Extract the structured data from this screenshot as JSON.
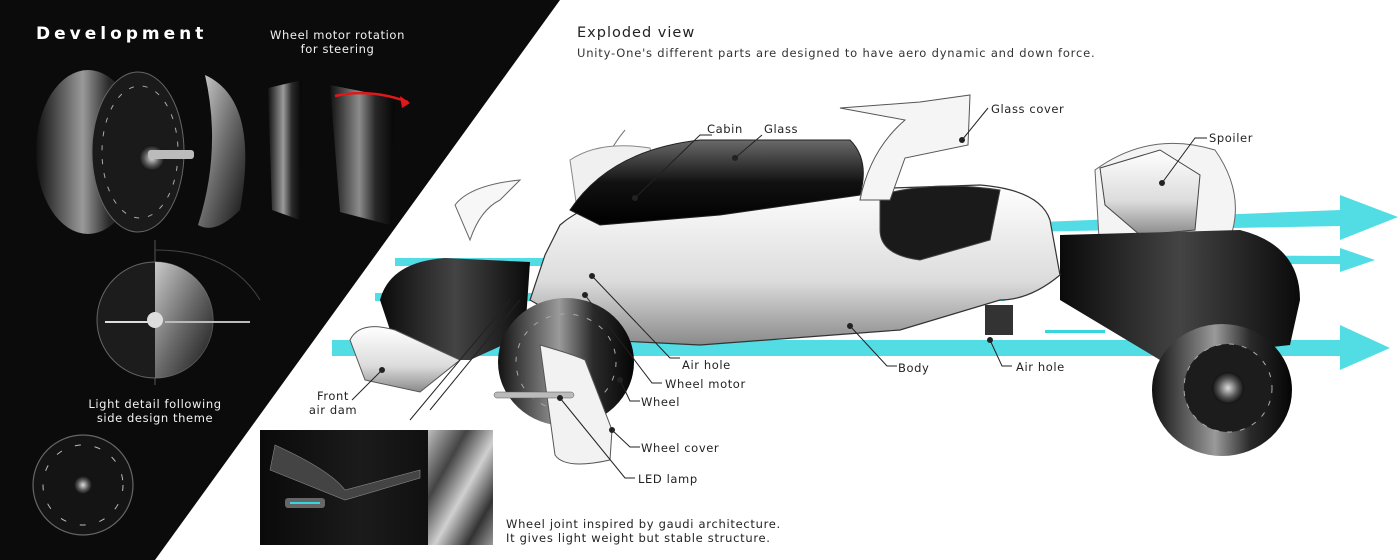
{
  "panel": {
    "title": "Development",
    "rotation_caption": [
      "Wheel motor rotation",
      "for steering"
    ],
    "light_caption": [
      "Light detail following",
      "side design theme"
    ]
  },
  "main": {
    "heading": "Exploded view",
    "subheading": "Unity-One's different parts are designed to have aero dynamic and down force.",
    "labels": {
      "cabin": "Cabin",
      "glass": "Glass",
      "glass_cover": "Glass cover",
      "spoiler": "Spoiler",
      "front_air_dam": [
        "Front",
        "air dam"
      ],
      "air_hole_front": "Air hole",
      "wheel_motor": "Wheel motor",
      "wheel": "Wheel",
      "wheel_cover": "Wheel cover",
      "led_lamp": "LED lamp",
      "body": "Body",
      "air_hole_rear": "Air hole"
    },
    "joint_caption": [
      "Wheel joint inspired by gaudi architecture.",
      "It gives light weight but stable structure."
    ]
  },
  "colors": {
    "panel": "#0b0b0b",
    "airflow": "#35d6e0",
    "line": "#222222"
  }
}
